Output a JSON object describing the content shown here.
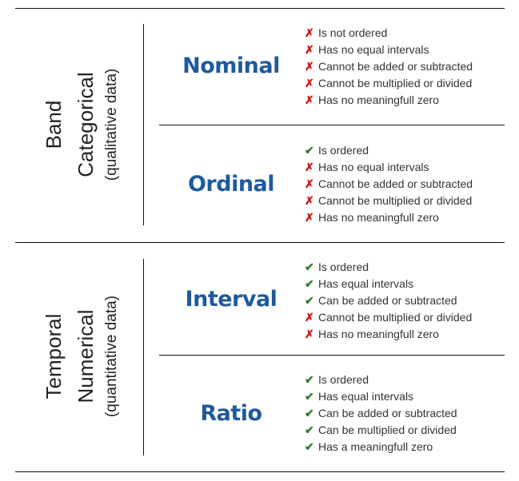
{
  "colors": {
    "title_blue": "#1f5a9c",
    "cross_red": "#cc1111",
    "check_green": "#2e7d32",
    "rule": "#111111"
  },
  "icons": {
    "yes": "✔",
    "no": "✗"
  },
  "groups": [
    {
      "label_line1": "Band",
      "label_line2": "Categorical",
      "label_line3": "(qualitative data)",
      "types": [
        {
          "name": "Nominal",
          "properties": [
            {
              "ok": false,
              "mark": "✗",
              "text": "Is not ordered"
            },
            {
              "ok": false,
              "mark": "✗",
              "text": "Has no equal intervals"
            },
            {
              "ok": false,
              "mark": "✗",
              "text": "Cannot be added or subtracted"
            },
            {
              "ok": false,
              "mark": "✗",
              "text": "Cannot be multiplied or divided"
            },
            {
              "ok": false,
              "mark": "✗",
              "text": "Has no meaningfull zero"
            }
          ]
        },
        {
          "name": "Ordinal",
          "properties": [
            {
              "ok": true,
              "mark": "✔",
              "text": "Is ordered"
            },
            {
              "ok": false,
              "mark": "✗",
              "text": "Has no equal intervals"
            },
            {
              "ok": false,
              "mark": "✗",
              "text": "Cannot be added or subtracted"
            },
            {
              "ok": false,
              "mark": "✗",
              "text": "Cannot be multiplied or divided"
            },
            {
              "ok": false,
              "mark": "✗",
              "text": "Has no meaningfull zero"
            }
          ]
        }
      ]
    },
    {
      "label_line1": "Temporal",
      "label_line2": "Numerical",
      "label_line3": "(quantitative data)",
      "types": [
        {
          "name": "Interval",
          "properties": [
            {
              "ok": true,
              "mark": "✔",
              "text": "Is ordered"
            },
            {
              "ok": true,
              "mark": "✔",
              "text": "Has equal intervals"
            },
            {
              "ok": true,
              "mark": "✔",
              "text": "Can be added or subtracted"
            },
            {
              "ok": false,
              "mark": "✗",
              "text": "Cannot be multiplied or divided"
            },
            {
              "ok": false,
              "mark": "✗",
              "text": "Has no meaningfull zero"
            }
          ]
        },
        {
          "name": "Ratio",
          "properties": [
            {
              "ok": true,
              "mark": "✔",
              "text": "Is ordered"
            },
            {
              "ok": true,
              "mark": "✔",
              "text": "Has equal intervals"
            },
            {
              "ok": true,
              "mark": "✔",
              "text": "Can be added or subtracted"
            },
            {
              "ok": true,
              "mark": "✔",
              "text": "Can be multiplied or divided"
            },
            {
              "ok": true,
              "mark": "✔",
              "text": "Has a meaningfull zero"
            }
          ]
        }
      ]
    }
  ]
}
